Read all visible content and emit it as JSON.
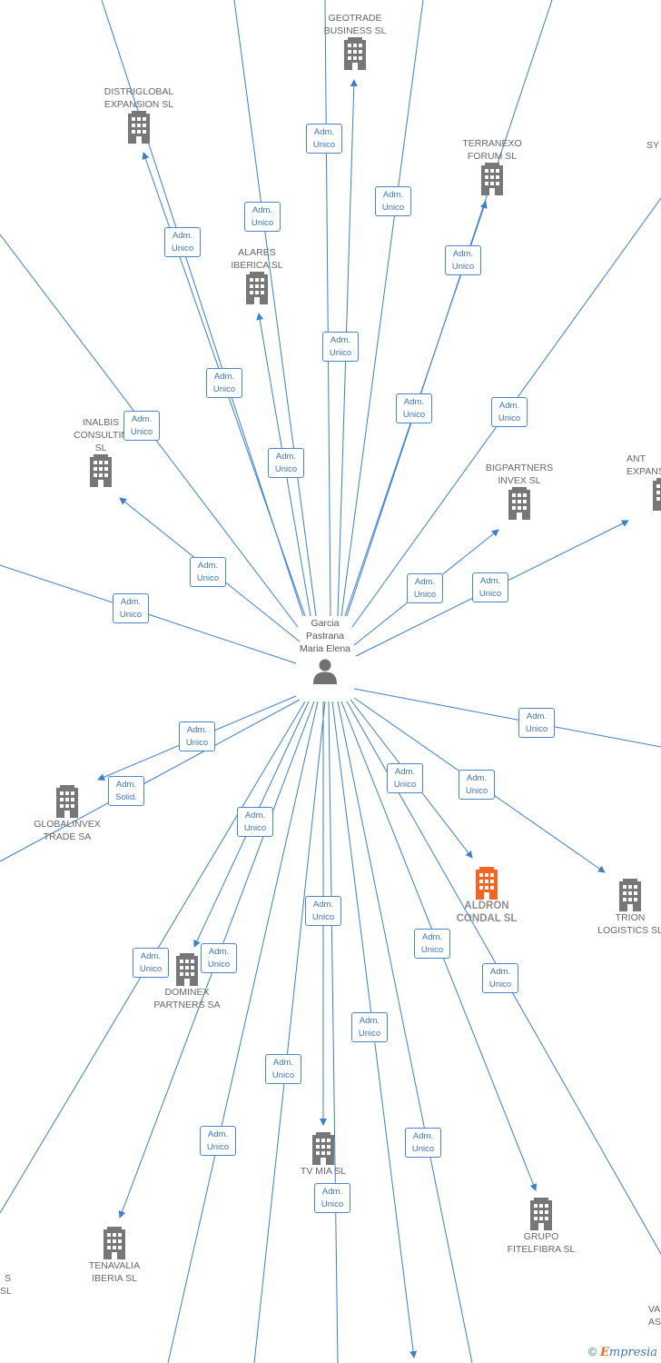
{
  "center": {
    "label": "Garcia\nPastrana\nMaria Elena",
    "icon": "person-icon"
  },
  "colors": {
    "edge": "#3a7fd0",
    "badge_border": "#4a86c8",
    "badge_text": "#3a76c0",
    "building": "#777777",
    "highlight": "#f26522"
  },
  "nodes": [
    {
      "id": "geotrade",
      "label": "GEOTRADE\nBUSINESS SL",
      "icon": "building-icon"
    },
    {
      "id": "distriglobal",
      "label": "DISTRIGLOBAL\nEXPANSION SL",
      "icon": "building-icon"
    },
    {
      "id": "terranexo",
      "label": "TERRANEXO\nFORUM SL",
      "icon": "building-icon"
    },
    {
      "id": "sy",
      "label": "SY",
      "icon": "building-icon"
    },
    {
      "id": "alares",
      "label": "ALARES\nIBERICA SL",
      "icon": "building-icon"
    },
    {
      "id": "inalbis",
      "label": "INALBIS\nCONSULTIN\nSL",
      "icon": "building-icon"
    },
    {
      "id": "bigpartners",
      "label": "BIGPARTNERS\nINVEX SL",
      "icon": "building-icon"
    },
    {
      "id": "ant",
      "label": "ANT\nEXPANS",
      "icon": "building-icon"
    },
    {
      "id": "globalinvex",
      "label": "GLOBALINVEX\nTRADE SA",
      "icon": "building-icon"
    },
    {
      "id": "aldron",
      "label": "ALDRON\nCONDAL SL",
      "icon": "building-icon",
      "highlight": true
    },
    {
      "id": "trion",
      "label": "TRION\nLOGISTICS SL",
      "icon": "building-icon"
    },
    {
      "id": "dominex",
      "label": "DOMINEX\nPARTNERS SA",
      "icon": "building-icon"
    },
    {
      "id": "tvmia",
      "label": "TV MIA SL",
      "icon": "building-icon"
    },
    {
      "id": "tenavalia",
      "label": "TENAVALIA\nIBERIA SL",
      "icon": "building-icon"
    },
    {
      "id": "grupo",
      "label": "GRUPO\nFITELFIBRA SL",
      "icon": "building-icon"
    },
    {
      "id": "leftS",
      "label": "S\nSL",
      "icon": "building-icon"
    },
    {
      "id": "va",
      "label": "VA\nASES",
      "icon": "building-icon"
    }
  ],
  "badges": [
    {
      "id": "b1",
      "text": "Adm.\nUnico"
    },
    {
      "id": "b2",
      "text": "Adm.\nUnico"
    },
    {
      "id": "b3",
      "text": "Adm.\nUnico"
    },
    {
      "id": "b4",
      "text": "Adm.\nUnico"
    },
    {
      "id": "b5",
      "text": "Adm.\nUnico"
    },
    {
      "id": "b6",
      "text": "Adm.\nUnico"
    },
    {
      "id": "b7",
      "text": "Adm.\nUnico"
    },
    {
      "id": "b8",
      "text": "Adm.\nUnico"
    },
    {
      "id": "b9",
      "text": "Adm.\nUnico"
    },
    {
      "id": "b10",
      "text": "Adm.\nUnico"
    },
    {
      "id": "b11",
      "text": "Adm.\nUnico"
    },
    {
      "id": "b12",
      "text": "Adm.\nUnico"
    },
    {
      "id": "b13",
      "text": "Adm.\nUnico"
    },
    {
      "id": "b14",
      "text": "Adm.\nUnico"
    },
    {
      "id": "b15",
      "text": "Adm.\nUnico"
    },
    {
      "id": "b16",
      "text": "Adm.\nUnico"
    },
    {
      "id": "b17",
      "text": "Adm.\nUnico"
    },
    {
      "id": "b18",
      "text": "Adm.\nSolid."
    },
    {
      "id": "b19",
      "text": "Adm.\nUnico"
    },
    {
      "id": "b20",
      "text": "Adm.\nUnico"
    },
    {
      "id": "b21",
      "text": "Adm.\nUnico"
    },
    {
      "id": "b22",
      "text": "Adm.\nUnico"
    },
    {
      "id": "b23",
      "text": "Adm.\nUnico"
    },
    {
      "id": "b24",
      "text": "Adm.\nUnico"
    },
    {
      "id": "b25",
      "text": "Adm.\nUnico"
    },
    {
      "id": "b26",
      "text": "Adm.\nUnico"
    },
    {
      "id": "b27",
      "text": "Adm.\nUnico"
    },
    {
      "id": "b28",
      "text": "Adm.\nUnico"
    },
    {
      "id": "b29",
      "text": "Adm.\nUnico"
    },
    {
      "id": "b30",
      "text": "Adm.\nUnico"
    },
    {
      "id": "b31",
      "text": "Adm.\nUnico"
    }
  ],
  "footer": {
    "copyright": "©",
    "brand_first": "E",
    "brand_rest": "mpresia"
  }
}
